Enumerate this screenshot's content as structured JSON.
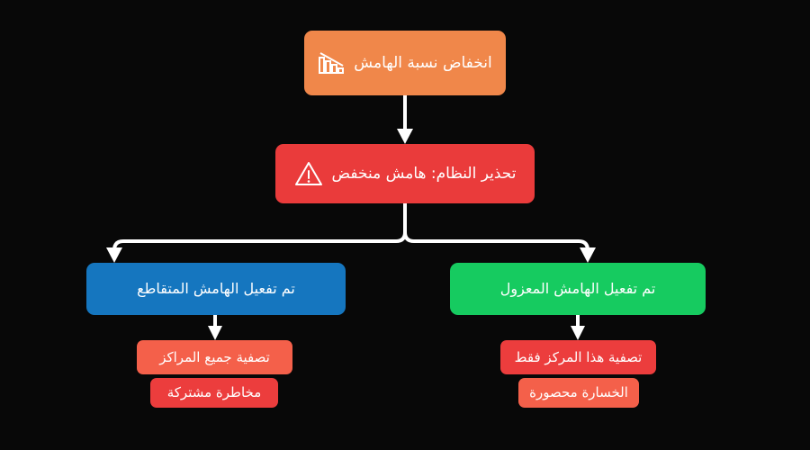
{
  "diagram": {
    "type": "flowchart",
    "direction": "rtl",
    "background_color": "#080808",
    "connector_color": "#ffffff",
    "nodes": {
      "root": {
        "label": "انخفاض نسبة الهامش",
        "color": "#f0874a",
        "icon": "declining-bar-chart-icon"
      },
      "alert": {
        "label": "تحذير النظام: هامش منخفض",
        "color": "#ea3b3b",
        "icon": "warning-triangle-icon"
      },
      "cross_margin": {
        "label": "تم تفعيل الهامش المتقاطع",
        "color": "#1576bf"
      },
      "isolated_margin": {
        "label": "تم تفعيل الهامش المعزول",
        "color": "#16cb60"
      },
      "liquidate_all": {
        "label": "تصفية جميع المراكز",
        "color": "#f4604a"
      },
      "shared_risk": {
        "label": "مخاطرة مشتركة",
        "color": "#ec3d3d"
      },
      "liquidate_one": {
        "label": "تصفية هذا المركز فقط",
        "color": "#ec3d3d"
      },
      "loss_capped": {
        "label": "الخسارة محصورة",
        "color": "#f4604a"
      }
    }
  }
}
